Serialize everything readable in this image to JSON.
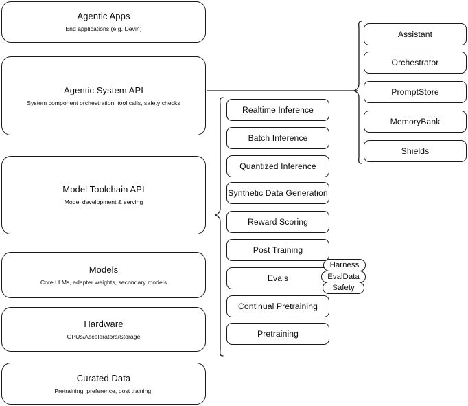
{
  "diagram": {
    "title": "Llama Stack layered architecture",
    "stroke_color": "#1a1a1a",
    "background_color": "#ffffff"
  },
  "stack_layers": [
    {
      "title": "Agentic Apps",
      "subtitle": "End applications (e.g. Devin)"
    },
    {
      "title": "Agentic System API",
      "subtitle": "System component orchestration, tool calls, safety checks"
    },
    {
      "title": "Model Toolchain API",
      "subtitle": "Model development & serving"
    },
    {
      "title": "Models",
      "subtitle": "Core LLMs, adapter weights, secondary models"
    },
    {
      "title": "Hardware",
      "subtitle": "GPUs/Accelerators/Storage"
    },
    {
      "title": "Curated Data",
      "subtitle": "Pretraining, preference, post training."
    }
  ],
  "toolchain_capabilities": [
    {
      "label": "Realtime Inference"
    },
    {
      "label": "Batch Inference"
    },
    {
      "label": "Quantized Inference"
    },
    {
      "label": "Synthetic Data Generation"
    },
    {
      "label": "Reward Scoring"
    },
    {
      "label": "Post Training"
    },
    {
      "label": "Evals"
    },
    {
      "label": "Continual Pretraining"
    },
    {
      "label": "Pretraining"
    }
  ],
  "evals_badges": [
    {
      "label": "Harness"
    },
    {
      "label": "EvalData"
    },
    {
      "label": "Safety"
    }
  ],
  "agentic_components": [
    {
      "label": "Assistant"
    },
    {
      "label": "Orchestrator"
    },
    {
      "label": "PromptStore"
    },
    {
      "label": "MemoryBank"
    },
    {
      "label": "Shields"
    }
  ]
}
